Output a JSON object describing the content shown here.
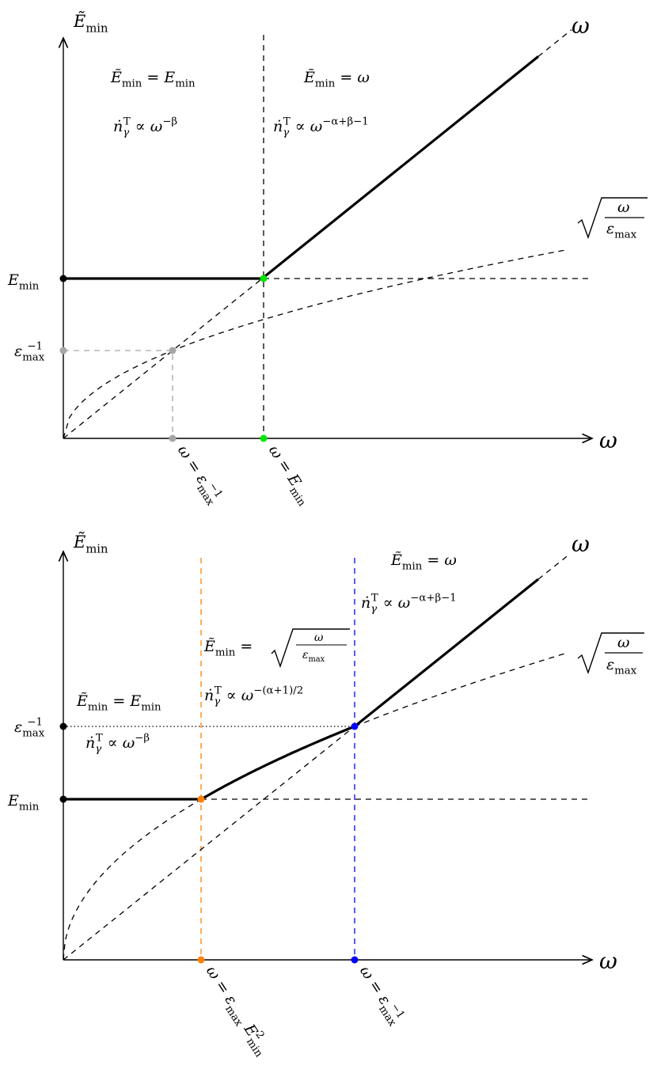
{
  "colors": {
    "grey": "#a6a6a6",
    "green": "#00e600",
    "orange": "#ff8000",
    "blue": "#0000ff",
    "black": "#000000"
  },
  "top": {
    "y_axis": [
      [
        "Ẽ",
        "it"
      ],
      [
        "min",
        "sub"
      ]
    ],
    "x_axis": [
      [
        "ω",
        "it"
      ]
    ],
    "diag_label": [
      [
        "ω",
        "it"
      ]
    ],
    "region1_title": [
      [
        "Ẽ",
        "it"
      ],
      [
        "min",
        "sub"
      ],
      [
        " = ",
        ""
      ],
      [
        "E",
        "it"
      ],
      [
        "min",
        "sub"
      ]
    ],
    "region1_rate": [
      [
        "ṅ",
        "it"
      ],
      [
        "γ",
        "subit"
      ],
      [
        "T",
        "supb"
      ],
      [
        " ∝ ",
        ""
      ],
      [
        "ω",
        "it"
      ],
      [
        "−β",
        "sup"
      ]
    ],
    "region2_title": [
      [
        "Ẽ",
        "it"
      ],
      [
        "min",
        "sub"
      ],
      [
        " = ",
        ""
      ],
      [
        "ω",
        "it"
      ]
    ],
    "region2_rate": [
      [
        "ṅ",
        "it"
      ],
      [
        "γ",
        "subit"
      ],
      [
        "T",
        "supb"
      ],
      [
        " ∝ ",
        ""
      ],
      [
        "ω",
        "it"
      ],
      [
        "−α+β−1",
        "sup"
      ]
    ],
    "sqrt_num": [
      [
        "ω",
        "it"
      ]
    ],
    "sqrt_den": [
      [
        "ε",
        "it"
      ],
      [
        "max",
        "sub"
      ]
    ],
    "emin_tick": [
      [
        "E",
        "it"
      ],
      [
        "min",
        "sub"
      ]
    ],
    "eps_tick": [
      [
        "ε",
        "it"
      ],
      [
        "max",
        "sub"
      ],
      [
        "−1",
        "supback"
      ]
    ],
    "eps_x_label": [
      [
        "ω = ε",
        "it"
      ],
      [
        "max",
        "sub"
      ],
      [
        "−1",
        "supback"
      ]
    ],
    "emin_x_label": [
      [
        "ω = E",
        "it"
      ],
      [
        "min",
        "sub"
      ]
    ]
  },
  "bottom": {
    "y_axis": [
      [
        "Ẽ",
        "it"
      ],
      [
        "min",
        "sub"
      ]
    ],
    "x_axis": [
      [
        "ω",
        "it"
      ]
    ],
    "diag_label": [
      [
        "ω",
        "it"
      ]
    ],
    "region1_title": [
      [
        "Ẽ",
        "it"
      ],
      [
        "min",
        "sub"
      ],
      [
        " = ",
        ""
      ],
      [
        "E",
        "it"
      ],
      [
        "min",
        "sub"
      ]
    ],
    "region1_rate": [
      [
        "ṅ",
        "it"
      ],
      [
        "γ",
        "subit"
      ],
      [
        "T",
        "supb"
      ],
      [
        " ∝ ",
        ""
      ],
      [
        "ω",
        "it"
      ],
      [
        "−β",
        "sup"
      ]
    ],
    "region2_title": [
      [
        "Ẽ",
        "it"
      ],
      [
        "min",
        "sub"
      ],
      [
        " = ",
        ""
      ]
    ],
    "region2_rate": [
      [
        "ṅ",
        "it"
      ],
      [
        "γ",
        "subit"
      ],
      [
        "T",
        "supb"
      ],
      [
        " ∝ ",
        ""
      ],
      [
        "ω",
        "it"
      ],
      [
        "−(α+1)/2",
        "sup"
      ]
    ],
    "region3_title": [
      [
        "Ẽ",
        "it"
      ],
      [
        "min",
        "sub"
      ],
      [
        " = ",
        ""
      ],
      [
        "ω",
        "it"
      ]
    ],
    "region3_rate": [
      [
        "ṅ",
        "it"
      ],
      [
        "γ",
        "subit"
      ],
      [
        "T",
        "supb"
      ],
      [
        " ∝ ",
        ""
      ],
      [
        "ω",
        "it"
      ],
      [
        "−α+β−1",
        "sup"
      ]
    ],
    "sqrt_num": [
      [
        "ω",
        "it"
      ]
    ],
    "sqrt_den": [
      [
        "ε",
        "it"
      ],
      [
        "max",
        "sub"
      ]
    ],
    "emin_tick": [
      [
        "E",
        "it"
      ],
      [
        "min",
        "sub"
      ]
    ],
    "eps_tick": [
      [
        "ε",
        "it"
      ],
      [
        "max",
        "sub"
      ],
      [
        "−1",
        "supback"
      ]
    ],
    "orange_x_label": [
      [
        "ω = ε",
        "it"
      ],
      [
        "max",
        "sub"
      ],
      [
        " E",
        "it"
      ],
      [
        "2",
        "supback"
      ],
      [
        "min",
        "sub"
      ]
    ],
    "blue_x_label": [
      [
        "ω = ε",
        "it"
      ],
      [
        "max",
        "sub"
      ],
      [
        "−1",
        "supback"
      ]
    ]
  }
}
